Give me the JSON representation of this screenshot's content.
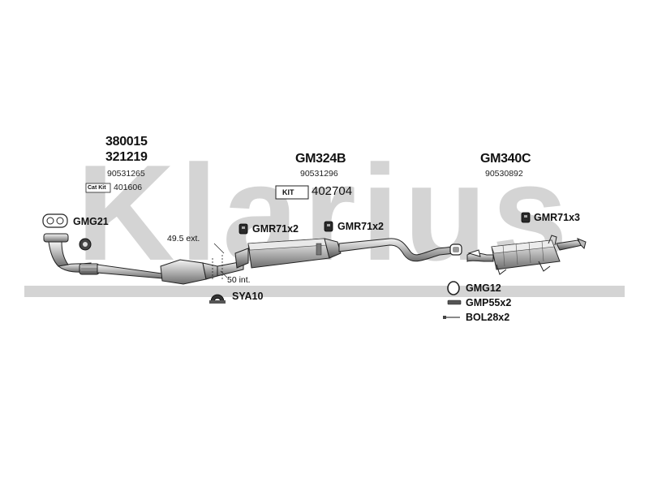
{
  "watermark": {
    "text": "Klarius",
    "color": "#d4d4d4"
  },
  "groups": {
    "front": {
      "code1": "380015",
      "code2": "321219",
      "oe": "90531265",
      "catkit_label": "Cat Kit",
      "catkit_number": "401606"
    },
    "middle": {
      "code": "GM324B",
      "oe": "90531296",
      "kit_label": "KIT",
      "kit_number": "402704"
    },
    "rear": {
      "code": "GM340C",
      "oe": "90530892"
    }
  },
  "labels": {
    "gmg21": "GMG21",
    "ext": "49.5 ext.",
    "int": "50 int.",
    "sya10": "SYA10",
    "gmr1": "GMR71x2",
    "gmr2": "GMR71x2",
    "gmr3": "GMR71x3",
    "gmg12": "GMG12",
    "gmp55": "GMP55x2",
    "bol28": "BOL28x2"
  }
}
